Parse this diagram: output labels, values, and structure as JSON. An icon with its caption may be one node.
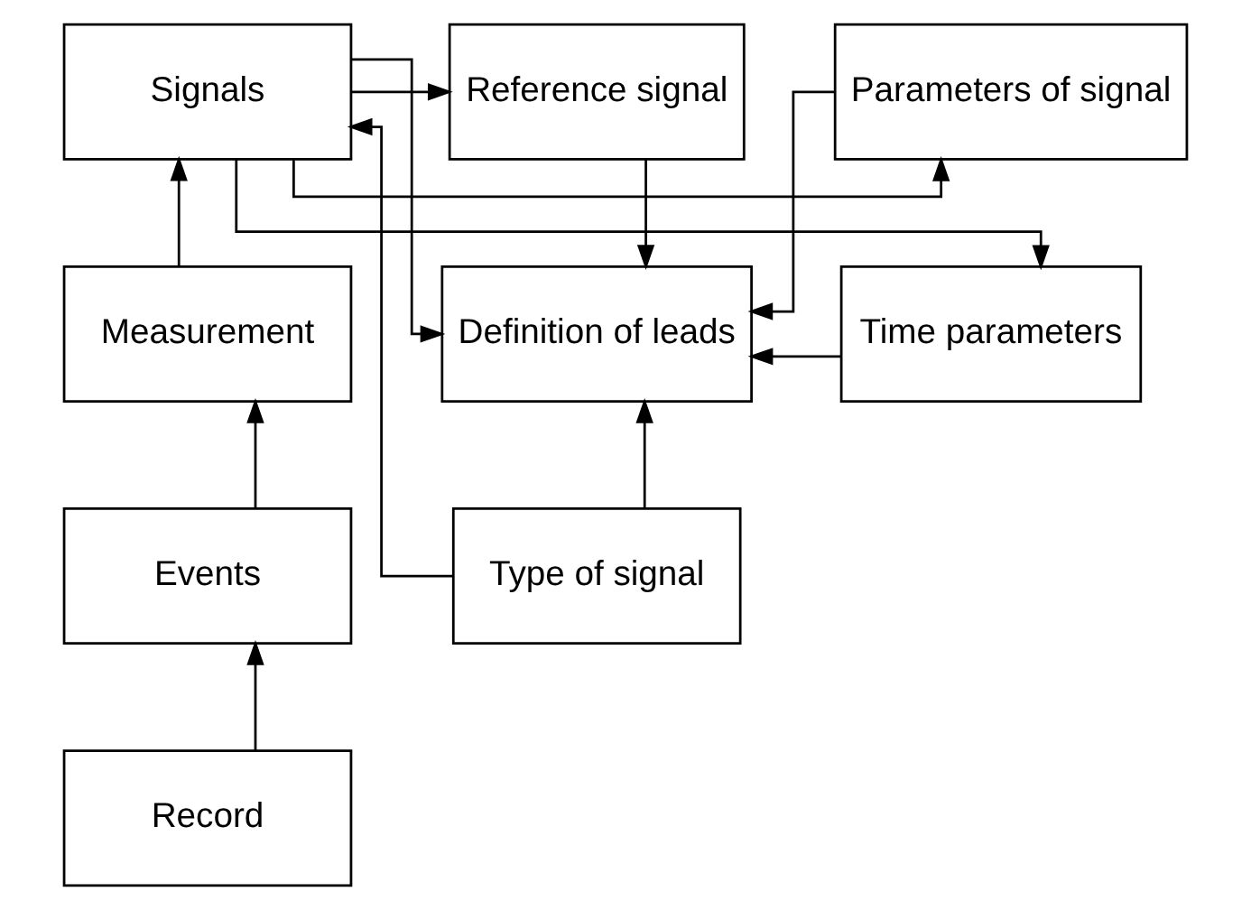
{
  "diagram": {
    "nodes": [
      {
        "text": [
          "Signals"
        ]
      },
      {
        "text": [
          "Reference signal"
        ]
      },
      {
        "text": [
          "Parameters of signal"
        ]
      },
      {
        "text": [
          "Measurement"
        ]
      },
      {
        "text": [
          "Definition of leads"
        ]
      },
      {
        "text": [
          "Time parameters"
        ]
      },
      {
        "text": [
          "Events"
        ]
      },
      {
        "text": [
          "Type of signal"
        ]
      },
      {
        "text": [
          "Record"
        ]
      }
    ],
    "edges": [
      {
        "from": 8,
        "to": 6,
        "arrow": "to"
      },
      {
        "from": 6,
        "to": 3,
        "arrow": "to"
      },
      {
        "from": 3,
        "to": 0,
        "arrow": "to"
      },
      {
        "from": 0,
        "to": 1,
        "arrow": "to"
      },
      {
        "from": 0,
        "to": 2,
        "arrow": "to"
      },
      {
        "from": 0,
        "to": 5,
        "arrow": "to"
      },
      {
        "from": 0,
        "to": 4,
        "arrow": "to"
      },
      {
        "from": 1,
        "to": 4,
        "arrow": "to"
      },
      {
        "from": 2,
        "to": 4,
        "arrow": "to"
      },
      {
        "from": 5,
        "to": 4,
        "arrow": "to"
      },
      {
        "from": 7,
        "to": 4,
        "arrow": "to"
      },
      {
        "from": 7,
        "to": 0,
        "arrow": "to"
      }
    ]
  }
}
